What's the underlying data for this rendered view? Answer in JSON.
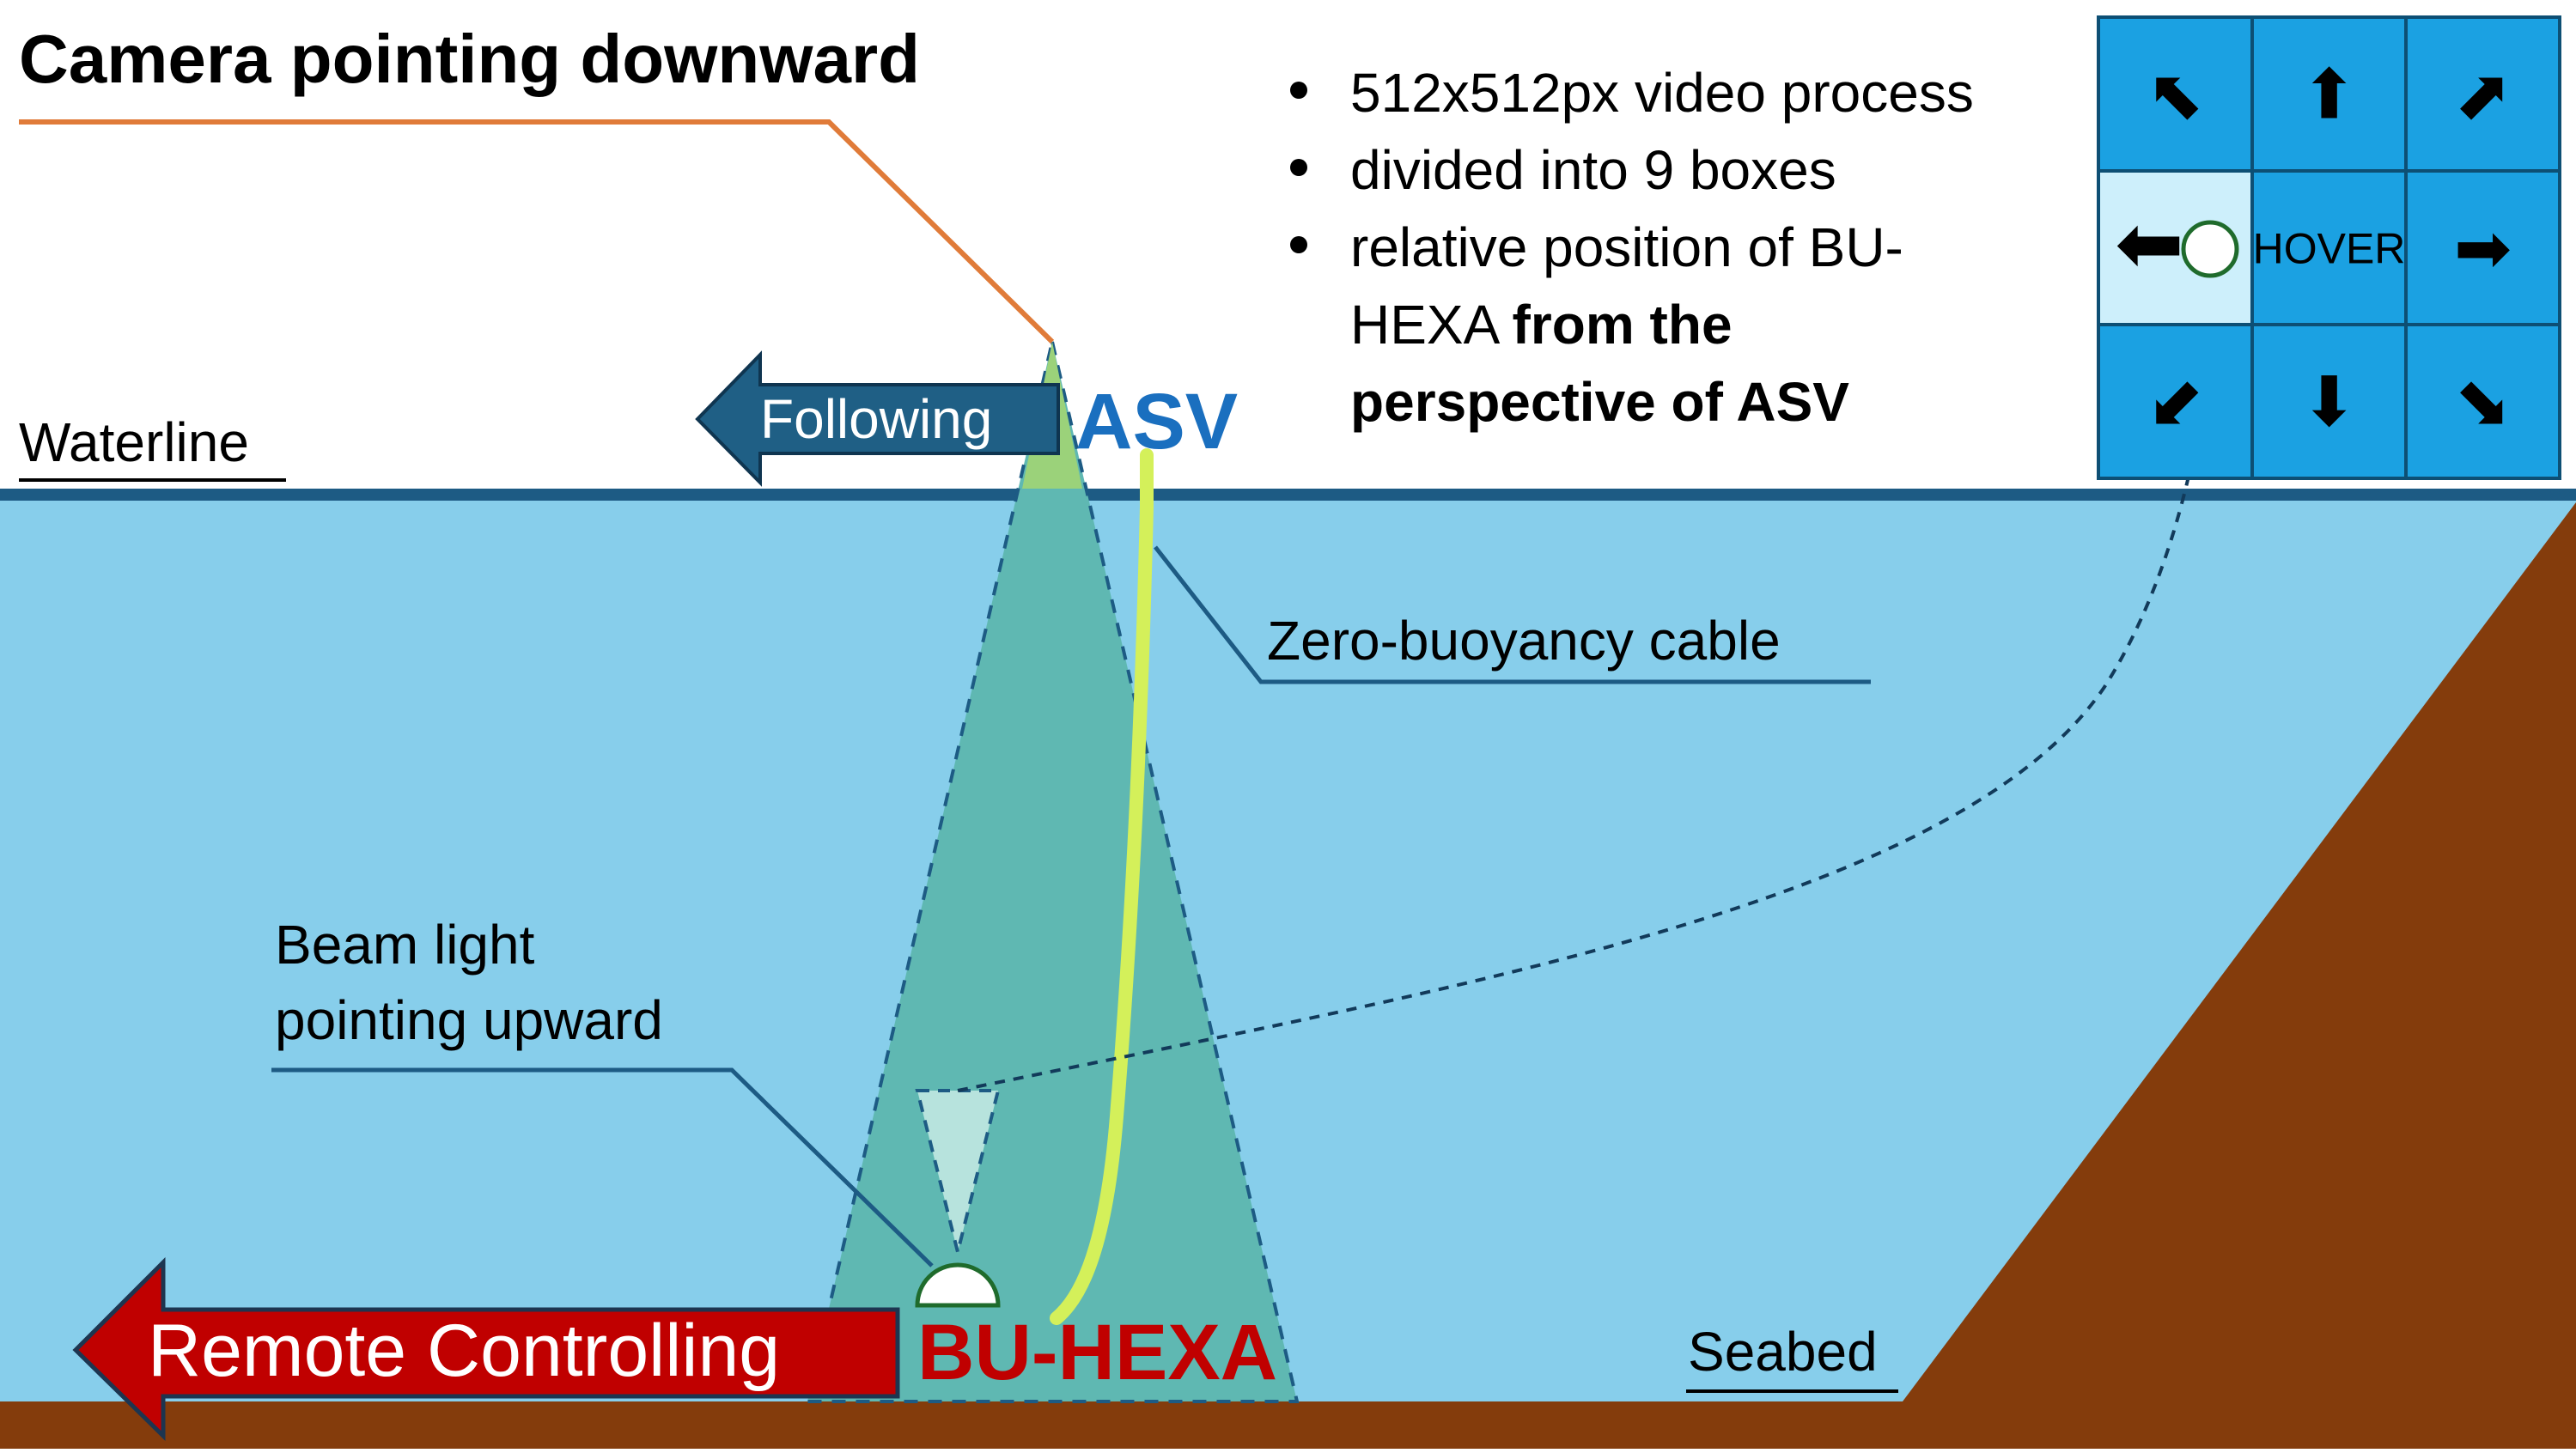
{
  "title": "Camera pointing downward",
  "labels": {
    "waterline": "Waterline",
    "seabed": "Seabed",
    "asv": "ASV",
    "following": "Following",
    "cable": "Zero-buoyancy cable",
    "beam_line1": "Beam light",
    "beam_line2": "pointing upward",
    "remote": "Remote Controlling",
    "buhexa": "BU-HEXA"
  },
  "bullets": {
    "b1": "512x512px video process",
    "b2": "divided into 9 boxes",
    "b3_line1": "relative position of BU-",
    "b3_line2_normal": "HEXA ",
    "b3_line2_bold": "from the",
    "b3_line3_bold": "perspective of ASV"
  },
  "grid": {
    "hover_label": "HOVER",
    "cells": [
      {
        "direction": "up-left",
        "icon": "arrow-up-left-icon",
        "glyph": "⬉"
      },
      {
        "direction": "up",
        "icon": "arrow-up-icon",
        "glyph": "⬆"
      },
      {
        "direction": "up-right",
        "icon": "arrow-up-right-icon",
        "glyph": "⬈"
      },
      {
        "direction": "left",
        "icon": "arrow-left-icon",
        "glyph": "⬅"
      },
      {
        "direction": "hover",
        "icon": "hover-label",
        "glyph": ""
      },
      {
        "direction": "right",
        "icon": "arrow-right-icon",
        "glyph": "➡"
      },
      {
        "direction": "down-left",
        "icon": "arrow-down-left-icon",
        "glyph": "⬋"
      },
      {
        "direction": "down",
        "icon": "arrow-down-icon",
        "glyph": "⬇"
      },
      {
        "direction": "down-right",
        "icon": "arrow-down-right-icon",
        "glyph": "⬊"
      }
    ]
  },
  "colors": {
    "water": "#87ceeb",
    "waterline": "#1d5b84",
    "seabed": "#843c0c",
    "beam_cone": "#5fb8b2",
    "cable": "#d4f05a",
    "asv_text": "#1a6fbf",
    "buhexa_text": "#c00000",
    "remote_arrow": "#c00000",
    "following_arrow": "#1f5f85",
    "grid_cell": "#1ba1e2",
    "grid_highlight": "#cdeffb",
    "leader_orange": "#e07b39",
    "leader_blue": "#1d5b84"
  }
}
